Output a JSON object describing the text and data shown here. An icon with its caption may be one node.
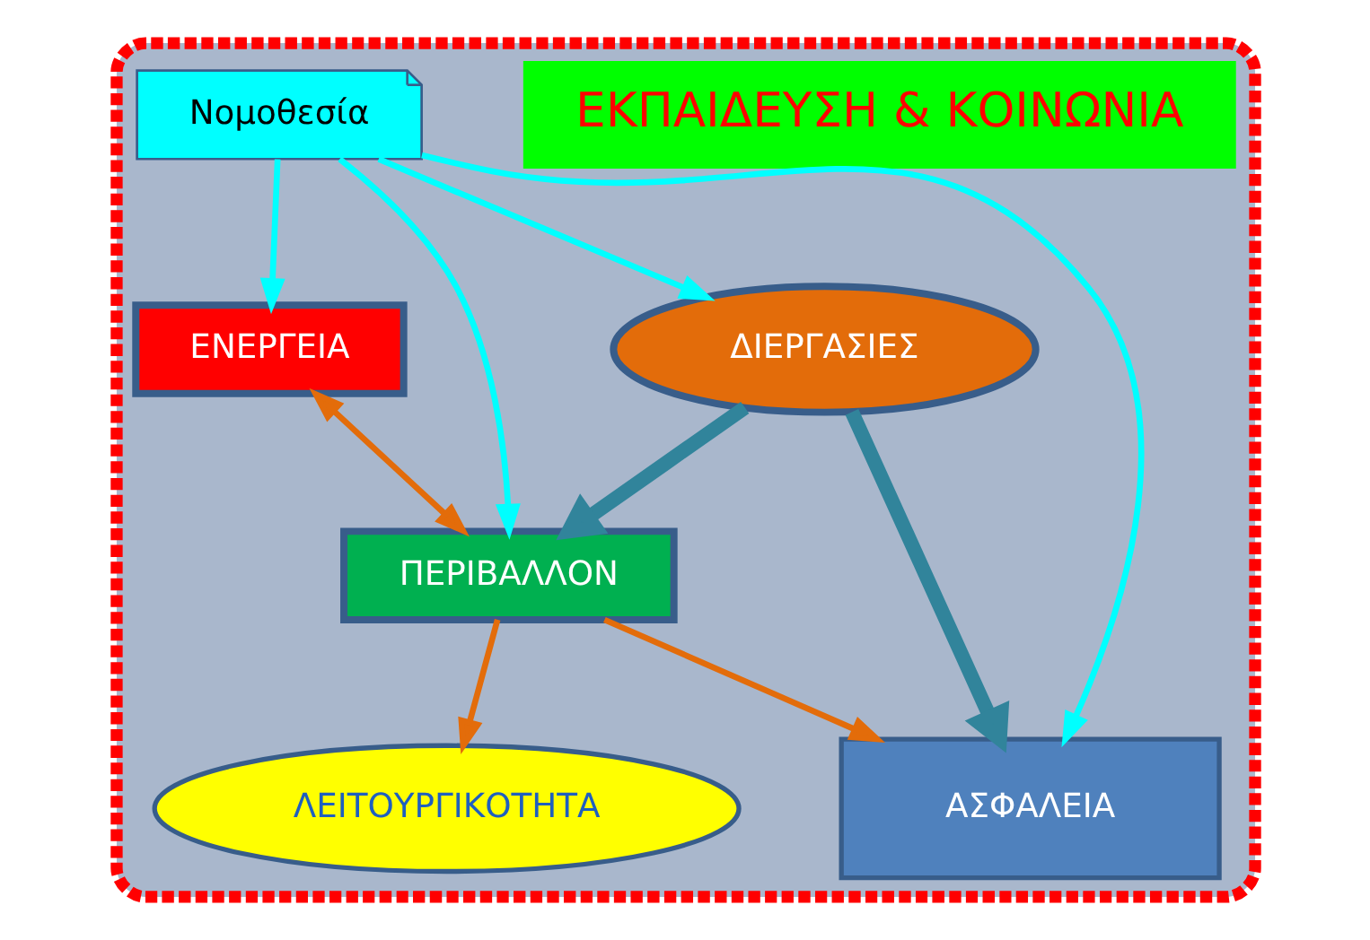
{
  "diagram": {
    "nodes": [
      {
        "text": [],
        "shape": "ellipse"
      },
      {
        "text": [
          "ΕΝΕΡΓΕΙΑ"
        ],
        "in": 0
      },
      {
        "text": [
          "ΠΕΡΙΒΑΛΛΟΝ"
        ],
        "in": 0
      },
      {
        "text": [
          "ΔΙΕΡΓΑΣΙΕΣ"
        ],
        "in": 0
      },
      {
        "text": [
          "ΕΚΠΑΙΔΕΥΣΗ & ΚΟΙΝΩΝΙΑ"
        ],
        "in": 0
      },
      {
        "text": [
          "ΑΣΦΑΛΕΙΑ"
        ],
        "in": 0
      },
      {
        "text": [
          "Νομοθεσία"
        ],
        "in": 0
      },
      {
        "text": [
          "ΛΕΙΤΟΥΡΓΙΚΟΤΗΤΑ"
        ],
        "in": 0
      }
    ],
    "edges": [
      {
        "from": 1,
        "to": 2,
        "arrow": "both",
        "color": "#e36c0a"
      },
      {
        "from": 3,
        "to": 2,
        "arrow": "to",
        "style": "thick",
        "color": "#31849b"
      },
      {
        "from": 3,
        "to": 5,
        "arrow": "to",
        "style": "thick",
        "color": "#31849b"
      },
      {
        "from": 2,
        "to": 5,
        "arrow": "to",
        "color": "#e36c0a"
      },
      {
        "from": 2,
        "to": 7,
        "arrow": "to",
        "color": "#e36c0a"
      },
      {
        "from": 6,
        "to": 1,
        "arrow": "to"
      },
      {
        "from": 6,
        "to": 2,
        "arrow": "to"
      },
      {
        "from": 6,
        "to": 3,
        "arrow": "to"
      },
      {
        "from": 6,
        "to": 5,
        "arrow": "to"
      }
    ]
  }
}
